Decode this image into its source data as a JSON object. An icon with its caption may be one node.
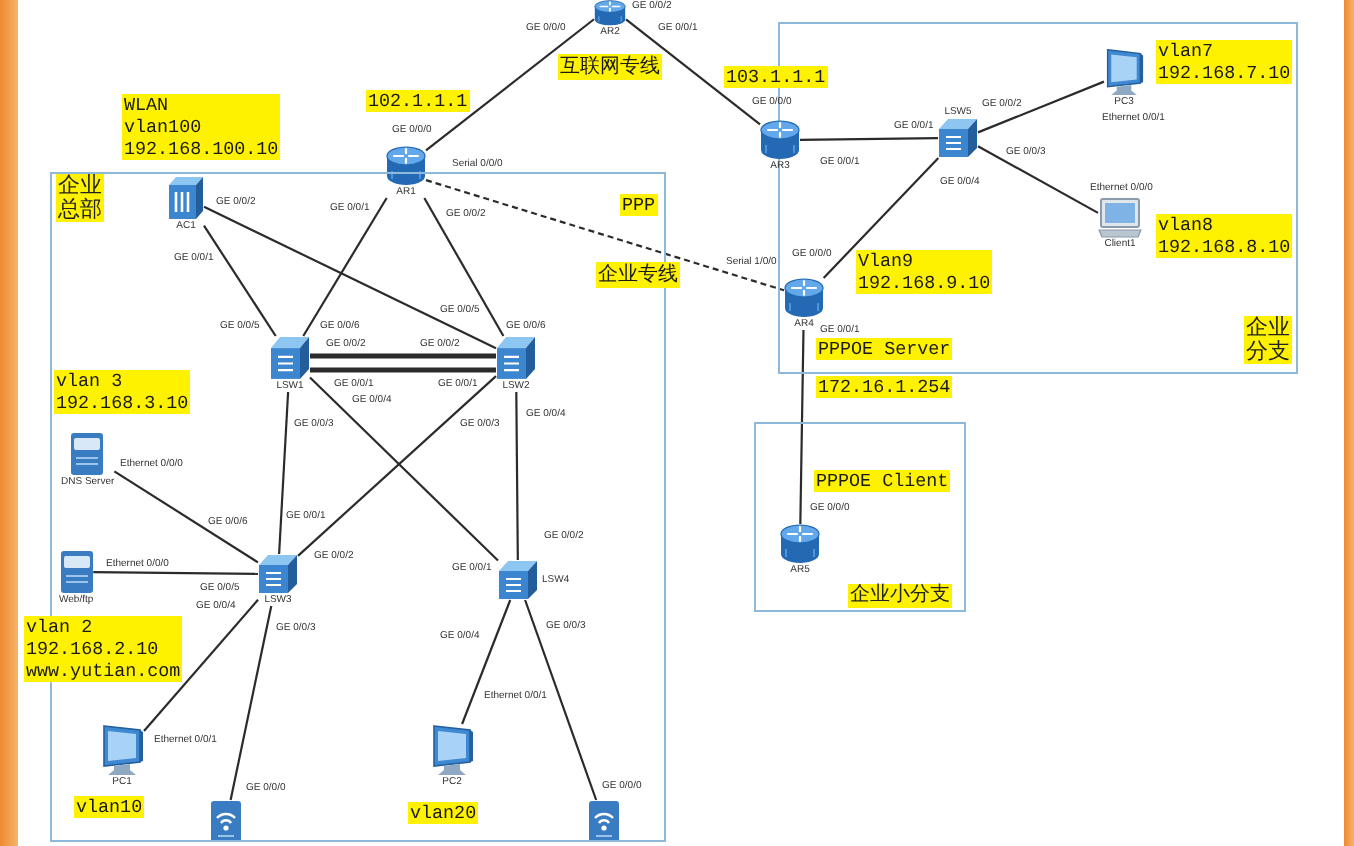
{
  "diagram": {
    "nodes": [
      {
        "text": [
          "AR2"
        ],
        "beside": [
          "GE 0/0/2",
          "GE 0/0/0",
          "GE 0/0/1"
        ]
      },
      {
        "text": [
          "企业分支"
        ]
      },
      {
        "text": [
          "PC3"
        ],
        "in": 1,
        "beside": [
          "vlan7 192.168.7.10",
          "Ethernet 0/0/1"
        ]
      },
      {
        "text": [
          "LSW5"
        ],
        "in": 1,
        "beside": [
          "GE 0/0/2",
          "GE 0/0/1",
          "GE 0/0/3",
          "GE 0/0/4"
        ]
      },
      {
        "text": [
          "AR3"
        ],
        "beside": [
          "103.1.1.1",
          "GE 0/0/0",
          "GE 0/0/1"
        ]
      },
      {
        "text": [
          "AR1"
        ],
        "beside": [
          "102.1.1.1",
          "GE 0/0/0",
          "Serial 0/0/0",
          "GE 0/0/1",
          "GE 0/0/2"
        ]
      },
      {
        "text": [
          "Client1"
        ],
        "in": 1,
        "beside": [
          "Ethernet 0/0/0",
          "vlan8 192.168.8.10"
        ]
      },
      {
        "text": [
          "AR4"
        ],
        "in": 1,
        "beside": [
          "Serial 1/0/0",
          "GE 0/0/0",
          "Vlan9 192.168.9.10",
          "GE 0/0/1",
          "PPPOE Server",
          "172.16.1.254"
        ]
      },
      {
        "text": [
          "企业总部"
        ]
      },
      {
        "text": [
          "AC1"
        ],
        "in": 8,
        "beside": [
          "WLAN vlan100 192.168.100.10",
          "GE 0/0/2",
          "GE 0/0/1"
        ]
      },
      {
        "text": [
          "LSW1"
        ],
        "in": 8,
        "beside": [
          "GE 0/0/5",
          "GE 0/0/6",
          "GE 0/0/2",
          "GE 0/0/1",
          "GE 0/0/4",
          "GE 0/0/3"
        ]
      },
      {
        "text": [
          "LSW2"
        ],
        "in": 8,
        "beside": [
          "GE 0/0/5",
          "GE 0/0/6",
          "GE 0/0/2",
          "GE 0/0/1",
          "GE 0/0/4",
          "GE 0/0/3"
        ]
      },
      {
        "text": [
          "DNS Server"
        ],
        "in": 8,
        "beside": [
          "vlan 3 192.168.3.10",
          "Ethernet 0/0/0"
        ]
      },
      {
        "text": [
          "企业小分支"
        ]
      },
      {
        "text": [
          "AR5"
        ],
        "in": 13,
        "beside": [
          "PPPOE Client",
          "GE 0/0/0"
        ]
      },
      {
        "text": [
          "LSW3"
        ],
        "in": 8,
        "beside": [
          "GE 0/0/6",
          "GE 0/0/1",
          "GE 0/0/2",
          "GE 0/0/5",
          "GE 0/0/4",
          "GE 0/0/3"
        ]
      },
      {
        "text": [
          "LSW4"
        ],
        "in": 8,
        "beside": [
          "GE 0/0/2",
          "GE 0/0/1",
          "GE 0/0/4",
          "GE 0/0/3"
        ]
      },
      {
        "text": [
          "Web/ftp"
        ],
        "in": 8,
        "beside": [
          "Ethernet 0/0/0",
          "vlan 2 192.168.2.10 www.yutian.com"
        ]
      },
      {
        "text": [
          "PC1"
        ],
        "in": 8,
        "beside": [
          "Ethernet 0/0/1",
          "vlan10"
        ]
      },
      {
        "text": [
          "PC2"
        ],
        "in": 8,
        "beside": [
          "Ethernet 0/0/1",
          "vlan20"
        ]
      },
      {
        "text": [],
        "shape": "picture",
        "in": 8,
        "beside": [
          "GE 0/0/0"
        ]
      },
      {
        "text": [],
        "shape": "picture",
        "in": 8,
        "beside": [
          "GE 0/0/0"
        ]
      }
    ],
    "edges": [
      {
        "from": 5,
        "to": 0,
        "arrow": "none"
      },
      {
        "from": 0,
        "to": 4,
        "arrow": "none"
      },
      {
        "from": 5,
        "to": 7,
        "arrow": "none",
        "style": "dashed"
      },
      {
        "from": 4,
        "to": 3,
        "arrow": "none"
      },
      {
        "from": 3,
        "to": 2,
        "arrow": "none"
      },
      {
        "from": 3,
        "to": 6,
        "arrow": "none"
      },
      {
        "from": 3,
        "to": 7,
        "arrow": "none"
      },
      {
        "from": 7,
        "to": 14,
        "arrow": "none"
      },
      {
        "from": 5,
        "to": 10,
        "arrow": "none"
      },
      {
        "from": 5,
        "to": 11,
        "arrow": "none"
      },
      {
        "from": 9,
        "to": 10,
        "arrow": "none"
      },
      {
        "from": 9,
        "to": 11,
        "arrow": "none"
      },
      {
        "from": 10,
        "to": 11,
        "arrow": "none",
        "style": "thick"
      },
      {
        "from": 10,
        "to": 11,
        "arrow": "none",
        "style": "thick"
      },
      {
        "from": 10,
        "to": 15,
        "arrow": "none"
      },
      {
        "from": 10,
        "to": 16,
        "arrow": "none"
      },
      {
        "from": 11,
        "to": 15,
        "arrow": "none"
      },
      {
        "from": 11,
        "to": 16,
        "arrow": "none"
      },
      {
        "from": 12,
        "to": 15,
        "arrow": "none"
      },
      {
        "from": 17,
        "to": 15,
        "arrow": "none"
      },
      {
        "from": 15,
        "to": 18,
        "arrow": "none"
      },
      {
        "from": 15,
        "to": 20,
        "arrow": "none"
      },
      {
        "from": 16,
        "to": 19,
        "arrow": "none"
      },
      {
        "from": 16,
        "to": 21,
        "arrow": "none"
      }
    ],
    "labels": [
      "互联网专线",
      "PPP",
      "企业专线"
    ]
  }
}
